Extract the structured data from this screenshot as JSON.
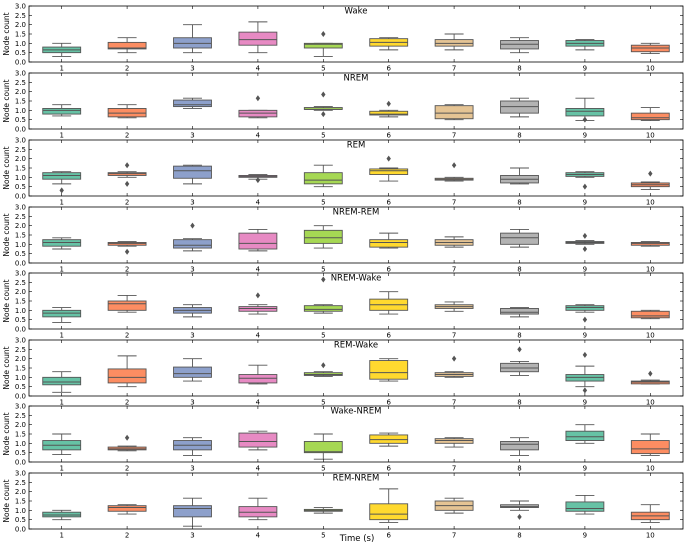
{
  "figure": {
    "xlabel": "Time (s)",
    "ylabel": "Node count",
    "palette": [
      "#8da0cb",
      "#fc8d62",
      "#8da0cb",
      "#e78ac3",
      "#a6d854",
      "#ffd92f",
      "#e5c494",
      "#b3b3b3",
      "#66c2a5",
      "#fc8d62"
    ]
  },
  "chart_data": [
    {
      "type": "box",
      "title": "Wake",
      "ylabel": "Node count",
      "ylim": [
        0,
        3
      ],
      "yticks": [
        "0.0",
        "0.5",
        "1.0",
        "1.5",
        "2.0",
        "2.5",
        "3.0"
      ],
      "categories": [
        "1",
        "2",
        "3",
        "4",
        "5",
        "6",
        "7",
        "8",
        "9",
        "10"
      ],
      "colors": [
        "#66c2a5",
        "#fc8d62",
        "#8da0cb",
        "#e78ac3",
        "#a6d854",
        "#ffd92f",
        "#e5c494",
        "#b3b3b3",
        "#66c2a5",
        "#fc8d62"
      ],
      "boxes": [
        {
          "min": 0.3,
          "q1": 0.5,
          "median": 0.65,
          "q3": 0.8,
          "max": 1.0,
          "outliers": []
        },
        {
          "min": 0.5,
          "q1": 0.7,
          "median": 0.75,
          "q3": 1.05,
          "max": 1.3,
          "outliers": []
        },
        {
          "min": 0.5,
          "q1": 0.75,
          "median": 1.0,
          "q3": 1.3,
          "max": 2.0,
          "outliers": []
        },
        {
          "min": 0.5,
          "q1": 0.9,
          "median": 1.2,
          "q3": 1.6,
          "max": 2.15,
          "outliers": []
        },
        {
          "min": 0.3,
          "q1": 0.75,
          "median": 0.95,
          "q3": 1.0,
          "max": 1.0,
          "outliers": [
            1.5
          ]
        },
        {
          "min": 0.65,
          "q1": 0.85,
          "median": 1.05,
          "q3": 1.25,
          "max": 1.3,
          "outliers": []
        },
        {
          "min": 0.65,
          "q1": 0.85,
          "median": 1.0,
          "q3": 1.2,
          "max": 1.5,
          "outliers": []
        },
        {
          "min": 0.5,
          "q1": 0.7,
          "median": 0.95,
          "q3": 1.15,
          "max": 1.3,
          "outliers": []
        },
        {
          "min": 0.65,
          "q1": 0.85,
          "median": 1.0,
          "q3": 1.15,
          "max": 1.2,
          "outliers": []
        },
        {
          "min": 0.45,
          "q1": 0.55,
          "median": 0.75,
          "q3": 0.9,
          "max": 1.0,
          "outliers": []
        }
      ]
    },
    {
      "type": "box",
      "title": "NREM",
      "ylabel": "Node count",
      "ylim": [
        0,
        3
      ],
      "yticks": [
        "0.0",
        "0.5",
        "1.0",
        "1.5",
        "2.0",
        "2.5",
        "3.0"
      ],
      "categories": [
        "1",
        "2",
        "3",
        "4",
        "5",
        "6",
        "7",
        "8",
        "9",
        "10"
      ],
      "colors": [
        "#66c2a5",
        "#fc8d62",
        "#8da0cb",
        "#e78ac3",
        "#a6d854",
        "#ffd92f",
        "#e5c494",
        "#b3b3b3",
        "#66c2a5",
        "#fc8d62"
      ],
      "boxes": [
        {
          "min": 0.7,
          "q1": 0.8,
          "median": 1.0,
          "q3": 1.1,
          "max": 1.3,
          "outliers": []
        },
        {
          "min": 0.6,
          "q1": 0.65,
          "median": 0.85,
          "q3": 1.1,
          "max": 1.3,
          "outliers": []
        },
        {
          "min": 1.1,
          "q1": 1.2,
          "median": 1.3,
          "q3": 1.55,
          "max": 1.65,
          "outliers": []
        },
        {
          "min": 0.6,
          "q1": 0.65,
          "median": 0.85,
          "q3": 1.0,
          "max": 1.0,
          "outliers": [
            1.65
          ]
        },
        {
          "min": 1.0,
          "q1": 1.05,
          "median": 1.05,
          "q3": 1.15,
          "max": 1.2,
          "outliers": [
            1.85,
            0.8
          ]
        },
        {
          "min": 0.65,
          "q1": 0.75,
          "median": 0.8,
          "q3": 0.95,
          "max": 1.0,
          "outliers": [
            1.35
          ]
        },
        {
          "min": 0.5,
          "q1": 0.55,
          "median": 0.85,
          "q3": 1.25,
          "max": 1.3,
          "outliers": []
        },
        {
          "min": 0.65,
          "q1": 0.85,
          "median": 1.2,
          "q3": 1.5,
          "max": 1.65,
          "outliers": []
        },
        {
          "min": 0.45,
          "q1": 0.7,
          "median": 0.95,
          "q3": 1.1,
          "max": 1.65,
          "outliers": [
            0.5
          ]
        },
        {
          "min": 0.45,
          "q1": 0.5,
          "median": 0.6,
          "q3": 0.85,
          "max": 1.15,
          "outliers": []
        }
      ]
    },
    {
      "type": "box",
      "title": "REM",
      "ylabel": "Node count",
      "ylim": [
        0,
        3
      ],
      "yticks": [
        "0.0",
        "0.5",
        "1.0",
        "1.5",
        "2.0",
        "2.5",
        "3.0"
      ],
      "categories": [
        "1",
        "2",
        "3",
        "4",
        "5",
        "6",
        "7",
        "8",
        "9",
        "10"
      ],
      "colors": [
        "#66c2a5",
        "#fc8d62",
        "#8da0cb",
        "#e78ac3",
        "#a6d854",
        "#ffd92f",
        "#e5c494",
        "#b3b3b3",
        "#66c2a5",
        "#fc8d62"
      ],
      "boxes": [
        {
          "min": 0.65,
          "q1": 0.9,
          "median": 1.1,
          "q3": 1.25,
          "max": 1.3,
          "outliers": [
            0.3
          ]
        },
        {
          "min": 1.0,
          "q1": 1.1,
          "median": 1.2,
          "q3": 1.25,
          "max": 1.3,
          "outliers": [
            1.65,
            0.65
          ]
        },
        {
          "min": 0.65,
          "q1": 0.95,
          "median": 1.35,
          "q3": 1.6,
          "max": 1.65,
          "outliers": []
        },
        {
          "min": 0.9,
          "q1": 1.0,
          "median": 1.05,
          "q3": 1.1,
          "max": 1.15,
          "outliers": [
            0.85
          ]
        },
        {
          "min": 0.5,
          "q1": 0.65,
          "median": 0.85,
          "q3": 1.25,
          "max": 1.65,
          "outliers": []
        },
        {
          "min": 0.8,
          "q1": 1.15,
          "median": 1.35,
          "q3": 1.45,
          "max": 1.5,
          "outliers": [
            2.0
          ]
        },
        {
          "min": 0.8,
          "q1": 0.85,
          "median": 0.9,
          "q3": 0.95,
          "max": 1.0,
          "outliers": [
            1.65
          ]
        },
        {
          "min": 0.65,
          "q1": 0.7,
          "median": 0.9,
          "q3": 1.1,
          "max": 1.5,
          "outliers": []
        },
        {
          "min": 1.0,
          "q1": 1.05,
          "median": 1.15,
          "q3": 1.25,
          "max": 1.3,
          "outliers": [
            0.5
          ]
        },
        {
          "min": 0.35,
          "q1": 0.5,
          "median": 0.6,
          "q3": 0.7,
          "max": 0.75,
          "outliers": [
            1.2
          ]
        }
      ]
    },
    {
      "type": "box",
      "title": "NREM-REM",
      "ylabel": "Node count",
      "ylim": [
        0,
        3
      ],
      "yticks": [
        "0.0",
        "0.5",
        "1.0",
        "1.5",
        "2.0",
        "2.5",
        "3.0"
      ],
      "categories": [
        "1",
        "2",
        "3",
        "4",
        "5",
        "6",
        "7",
        "8",
        "9",
        "10"
      ],
      "colors": [
        "#66c2a5",
        "#fc8d62",
        "#8da0cb",
        "#e78ac3",
        "#a6d854",
        "#ffd92f",
        "#e5c494",
        "#b3b3b3",
        "#66c2a5",
        "#fc8d62"
      ],
      "boxes": [
        {
          "min": 0.75,
          "q1": 0.9,
          "median": 1.1,
          "q3": 1.25,
          "max": 1.35,
          "outliers": []
        },
        {
          "min": 0.9,
          "q1": 0.95,
          "median": 1.05,
          "q3": 1.1,
          "max": 1.15,
          "outliers": [
            0.6
          ]
        },
        {
          "min": 0.65,
          "q1": 0.8,
          "median": 0.95,
          "q3": 1.25,
          "max": 1.3,
          "outliers": [
            2.0
          ]
        },
        {
          "min": 0.65,
          "q1": 0.75,
          "median": 1.05,
          "q3": 1.6,
          "max": 1.8,
          "outliers": []
        },
        {
          "min": 0.8,
          "q1": 1.05,
          "median": 1.35,
          "q3": 1.75,
          "max": 2.0,
          "outliers": []
        },
        {
          "min": 0.8,
          "q1": 0.85,
          "median": 1.1,
          "q3": 1.25,
          "max": 1.6,
          "outliers": []
        },
        {
          "min": 0.85,
          "q1": 0.95,
          "median": 1.1,
          "q3": 1.25,
          "max": 1.4,
          "outliers": []
        },
        {
          "min": 0.85,
          "q1": 1.0,
          "median": 1.35,
          "q3": 1.6,
          "max": 1.8,
          "outliers": []
        },
        {
          "min": 1.0,
          "q1": 1.05,
          "median": 1.1,
          "q3": 1.15,
          "max": 1.2,
          "outliers": [
            1.45,
            0.75
          ]
        },
        {
          "min": 0.9,
          "q1": 0.95,
          "median": 1.05,
          "q3": 1.1,
          "max": 1.15,
          "outliers": []
        }
      ]
    },
    {
      "type": "box",
      "title": "NREM-Wake",
      "ylabel": "Node count",
      "ylim": [
        0,
        3
      ],
      "yticks": [
        "0.0",
        "0.5",
        "1.0",
        "1.5",
        "2.0",
        "2.5",
        "3.0"
      ],
      "categories": [
        "1",
        "2",
        "3",
        "4",
        "5",
        "6",
        "7",
        "8",
        "9",
        "10"
      ],
      "colors": [
        "#66c2a5",
        "#fc8d62",
        "#8da0cb",
        "#e78ac3",
        "#a6d854",
        "#ffd92f",
        "#e5c494",
        "#b3b3b3",
        "#66c2a5",
        "#fc8d62"
      ],
      "boxes": [
        {
          "min": 0.35,
          "q1": 0.65,
          "median": 0.85,
          "q3": 1.0,
          "max": 1.15,
          "outliers": []
        },
        {
          "min": 0.9,
          "q1": 1.0,
          "median": 1.35,
          "q3": 1.5,
          "max": 1.8,
          "outliers": []
        },
        {
          "min": 0.65,
          "q1": 0.85,
          "median": 1.0,
          "q3": 1.15,
          "max": 1.3,
          "outliers": []
        },
        {
          "min": 0.8,
          "q1": 0.95,
          "median": 1.1,
          "q3": 1.2,
          "max": 1.3,
          "outliers": [
            1.8
          ]
        },
        {
          "min": 0.85,
          "q1": 0.95,
          "median": 1.05,
          "q3": 1.25,
          "max": 1.3,
          "outliers": [
            2.65
          ]
        },
        {
          "min": 0.8,
          "q1": 1.0,
          "median": 1.3,
          "q3": 1.6,
          "max": 2.0,
          "outliers": []
        },
        {
          "min": 0.95,
          "q1": 1.1,
          "median": 1.2,
          "q3": 1.3,
          "max": 1.45,
          "outliers": []
        },
        {
          "min": 0.65,
          "q1": 0.8,
          "median": 0.9,
          "q3": 1.1,
          "max": 1.15,
          "outliers": []
        },
        {
          "min": 0.9,
          "q1": 1.0,
          "median": 1.15,
          "q3": 1.25,
          "max": 1.3,
          "outliers": [
            0.5
          ]
        },
        {
          "min": 0.55,
          "q1": 0.6,
          "median": 0.7,
          "q3": 0.95,
          "max": 1.0,
          "outliers": []
        }
      ]
    },
    {
      "type": "box",
      "title": "REM-Wake",
      "ylabel": "Node count",
      "ylim": [
        0,
        3
      ],
      "yticks": [
        "0.0",
        "0.5",
        "1.0",
        "1.5",
        "2.0",
        "2.5",
        "3.0"
      ],
      "categories": [
        "1",
        "2",
        "3",
        "4",
        "5",
        "6",
        "7",
        "8",
        "9",
        "10"
      ],
      "colors": [
        "#66c2a5",
        "#fc8d62",
        "#8da0cb",
        "#e78ac3",
        "#a6d854",
        "#ffd92f",
        "#e5c494",
        "#b3b3b3",
        "#66c2a5",
        "#fc8d62"
      ],
      "boxes": [
        {
          "min": 0.2,
          "q1": 0.6,
          "median": 0.75,
          "q3": 1.0,
          "max": 1.3,
          "outliers": []
        },
        {
          "min": 0.5,
          "q1": 0.7,
          "median": 1.0,
          "q3": 1.45,
          "max": 2.15,
          "outliers": []
        },
        {
          "min": 0.8,
          "q1": 1.0,
          "median": 1.2,
          "q3": 1.55,
          "max": 2.0,
          "outliers": []
        },
        {
          "min": 0.65,
          "q1": 0.7,
          "median": 0.95,
          "q3": 1.15,
          "max": 1.65,
          "outliers": []
        },
        {
          "min": 1.05,
          "q1": 1.1,
          "median": 1.15,
          "q3": 1.25,
          "max": 1.3,
          "outliers": [
            1.65
          ]
        },
        {
          "min": 0.8,
          "q1": 0.9,
          "median": 1.25,
          "q3": 1.9,
          "max": 2.0,
          "outliers": []
        },
        {
          "min": 1.0,
          "q1": 1.05,
          "median": 1.15,
          "q3": 1.25,
          "max": 1.3,
          "outliers": [
            2.0
          ]
        },
        {
          "min": 1.1,
          "q1": 1.3,
          "median": 1.5,
          "q3": 1.75,
          "max": 1.85,
          "outliers": [
            2.5
          ]
        },
        {
          "min": 0.5,
          "q1": 0.8,
          "median": 1.0,
          "q3": 1.15,
          "max": 1.6,
          "outliers": [
            2.2,
            0.3
          ]
        },
        {
          "min": 0.65,
          "q1": 0.65,
          "median": 0.75,
          "q3": 0.8,
          "max": 0.85,
          "outliers": [
            1.2
          ]
        }
      ]
    },
    {
      "type": "box",
      "title": "Wake-NREM",
      "ylabel": "Node count",
      "ylim": [
        0,
        3
      ],
      "yticks": [
        "0.0",
        "0.5",
        "1.0",
        "1.5",
        "2.0",
        "2.5",
        "3.0"
      ],
      "categories": [
        "1",
        "2",
        "3",
        "4",
        "5",
        "6",
        "7",
        "8",
        "9",
        "10"
      ],
      "colors": [
        "#66c2a5",
        "#fc8d62",
        "#8da0cb",
        "#e78ac3",
        "#a6d854",
        "#ffd92f",
        "#e5c494",
        "#b3b3b3",
        "#66c2a5",
        "#fc8d62"
      ],
      "boxes": [
        {
          "min": 0.4,
          "q1": 0.65,
          "median": 0.9,
          "q3": 1.15,
          "max": 1.5,
          "outliers": []
        },
        {
          "min": 0.6,
          "q1": 0.65,
          "median": 0.7,
          "q3": 0.8,
          "max": 0.85,
          "outliers": [
            1.3
          ]
        },
        {
          "min": 0.35,
          "q1": 0.65,
          "median": 0.9,
          "q3": 1.15,
          "max": 1.3,
          "outliers": []
        },
        {
          "min": 0.65,
          "q1": 0.8,
          "median": 1.1,
          "q3": 1.55,
          "max": 1.65,
          "outliers": []
        },
        {
          "min": 0.15,
          "q1": 0.5,
          "median": 0.55,
          "q3": 1.1,
          "max": 1.5,
          "outliers": []
        },
        {
          "min": 0.85,
          "q1": 1.0,
          "median": 1.2,
          "q3": 1.45,
          "max": 1.55,
          "outliers": []
        },
        {
          "min": 0.8,
          "q1": 1.0,
          "median": 1.15,
          "q3": 1.25,
          "max": 1.3,
          "outliers": []
        },
        {
          "min": 0.35,
          "q1": 0.65,
          "median": 0.95,
          "q3": 1.1,
          "max": 1.3,
          "outliers": []
        },
        {
          "min": 1.0,
          "q1": 1.15,
          "median": 1.35,
          "q3": 1.65,
          "max": 2.0,
          "outliers": []
        },
        {
          "min": 0.35,
          "q1": 0.45,
          "median": 0.7,
          "q3": 1.15,
          "max": 1.5,
          "outliers": []
        }
      ]
    },
    {
      "type": "box",
      "title": "REM-NREM",
      "ylabel": "Node count",
      "ylim": [
        0,
        3
      ],
      "yticks": [
        "0.0",
        "0.5",
        "1.0",
        "1.5",
        "2.0",
        "2.5",
        "3.0"
      ],
      "categories": [
        "1",
        "2",
        "3",
        "4",
        "5",
        "6",
        "7",
        "8",
        "9",
        "10"
      ],
      "colors": [
        "#66c2a5",
        "#fc8d62",
        "#8da0cb",
        "#e78ac3",
        "#a6d854",
        "#ffd92f",
        "#e5c494",
        "#b3b3b3",
        "#66c2a5",
        "#fc8d62"
      ],
      "boxes": [
        {
          "min": 0.5,
          "q1": 0.65,
          "median": 0.75,
          "q3": 0.9,
          "max": 1.0,
          "outliers": []
        },
        {
          "min": 0.8,
          "q1": 0.95,
          "median": 1.15,
          "q3": 1.25,
          "max": 1.3,
          "outliers": []
        },
        {
          "min": 0.15,
          "q1": 0.65,
          "median": 1.1,
          "q3": 1.25,
          "max": 1.65,
          "outliers": []
        },
        {
          "min": 0.5,
          "q1": 0.65,
          "median": 0.9,
          "q3": 1.2,
          "max": 1.65,
          "outliers": []
        },
        {
          "min": 0.85,
          "q1": 0.95,
          "median": 1.0,
          "q3": 1.05,
          "max": 1.15,
          "outliers": []
        },
        {
          "min": 0.35,
          "q1": 0.5,
          "median": 0.8,
          "q3": 1.35,
          "max": 2.15,
          "outliers": []
        },
        {
          "min": 0.85,
          "q1": 1.0,
          "median": 1.25,
          "q3": 1.5,
          "max": 1.65,
          "outliers": []
        },
        {
          "min": 1.0,
          "q1": 1.15,
          "median": 1.2,
          "q3": 1.3,
          "max": 1.5,
          "outliers": [
            0.65
          ]
        },
        {
          "min": 0.8,
          "q1": 0.95,
          "median": 1.1,
          "q3": 1.45,
          "max": 1.8,
          "outliers": []
        },
        {
          "min": 0.35,
          "q1": 0.5,
          "median": 0.7,
          "q3": 0.9,
          "max": 1.3,
          "outliers": []
        }
      ]
    }
  ]
}
